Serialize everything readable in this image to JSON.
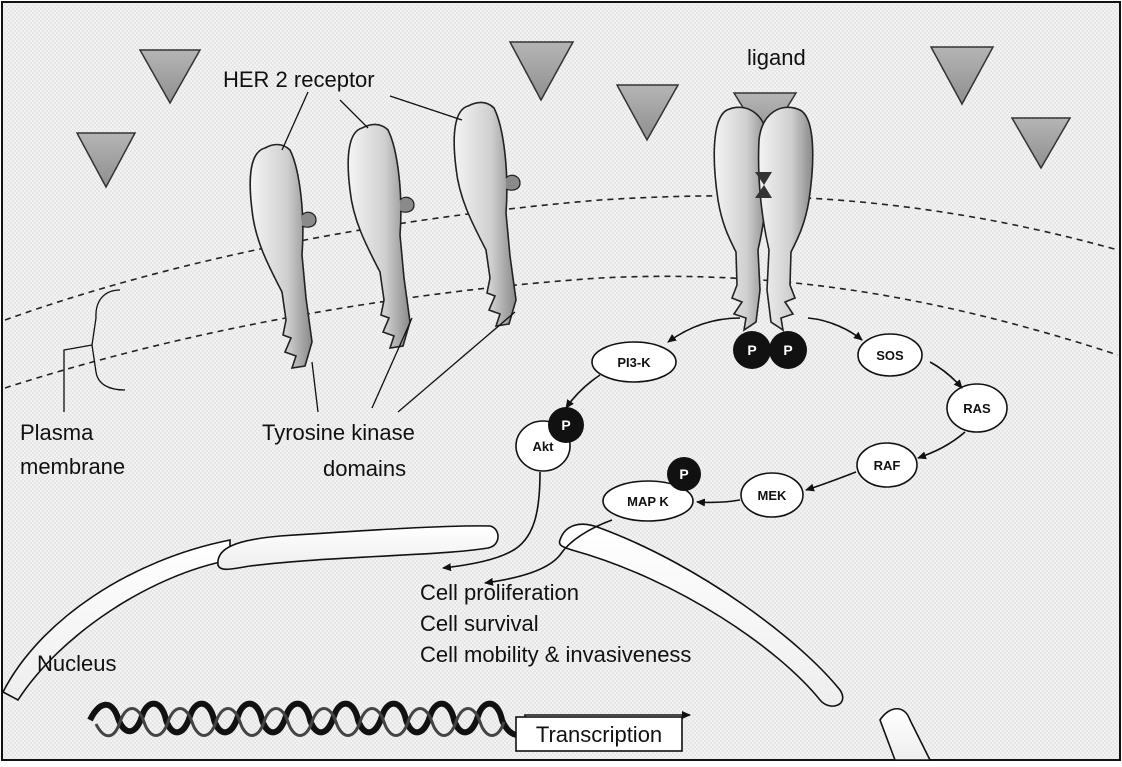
{
  "labels": {
    "her2_receptor": "HER 2 receptor",
    "ligand": "ligand",
    "plasma_line1": "Plasma",
    "plasma_line2": "membrane",
    "tk_line1": "Tyrosine kinase",
    "tk_line2": "domains",
    "nucleus": "Nucleus",
    "transcription": "Transcription",
    "outcome_1": "Cell proliferation",
    "outcome_2": "Cell survival",
    "outcome_3": "Cell mobility & invasiveness"
  },
  "nodes": {
    "pi3k": "PI3-K",
    "akt": "Akt",
    "sos": "SOS",
    "ras": "RAS",
    "raf": "RAF",
    "mek": "MEK",
    "mapk": "MAP K"
  },
  "phospho": "P",
  "colors": {
    "background_cell": "#d9d9d9",
    "node_fill": "#ffffff",
    "phospho_fill": "#111111",
    "ligand_fill": "#a0a0a0"
  }
}
